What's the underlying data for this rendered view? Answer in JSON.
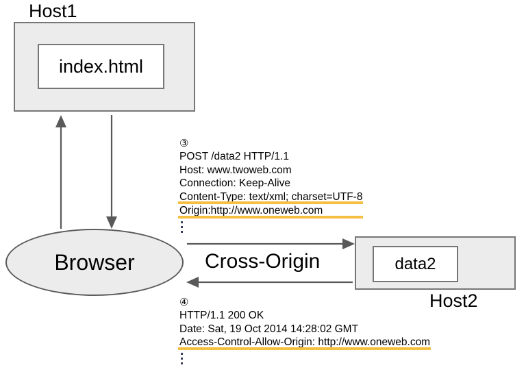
{
  "diagram": {
    "title": "CORS cross-origin request flow",
    "colors": {
      "box_fill": "#ececec",
      "box_border": "#767676",
      "inner_fill": "#ffffff",
      "arrow": "#595959",
      "highlight": "#f5bf42"
    }
  },
  "host1": {
    "label": "Host1",
    "resource": "index.html"
  },
  "browser": {
    "label": "Browser"
  },
  "host2": {
    "label": "Host2",
    "resource": "data2"
  },
  "cross_origin": {
    "label": "Cross-Origin"
  },
  "request": {
    "step_marker": "③",
    "lines": [
      {
        "text": "POST /data2 HTTP/1.1",
        "highlighted": false
      },
      {
        "text": "Host: www.twoweb.com",
        "highlighted": false
      },
      {
        "text": "Connection: Keep-Alive",
        "highlighted": false
      },
      {
        "text": "Content-Type: text/xml; charset=UTF-8",
        "highlighted": true
      },
      {
        "text": "Origin:http://www.oneweb.com",
        "highlighted": true
      }
    ],
    "continuation": "vertical-ellipsis"
  },
  "response": {
    "step_marker": "④",
    "lines": [
      {
        "text": "HTTP/1.1 200 OK",
        "highlighted": false
      },
      {
        "text": "Date: Sat, 19 Oct 2014 14:28:02 GMT",
        "highlighted": false
      },
      {
        "text": "Access-Control-Allow-Origin: http://www.oneweb.com",
        "highlighted": true
      }
    ],
    "continuation": "vertical-ellipsis"
  },
  "arrows": [
    {
      "name": "browser-to-host1-arrow",
      "direction": "up"
    },
    {
      "name": "host1-to-browser-arrow",
      "direction": "down"
    },
    {
      "name": "browser-to-host2-request-arrow",
      "direction": "right"
    },
    {
      "name": "host2-to-browser-response-arrow",
      "direction": "left"
    }
  ]
}
